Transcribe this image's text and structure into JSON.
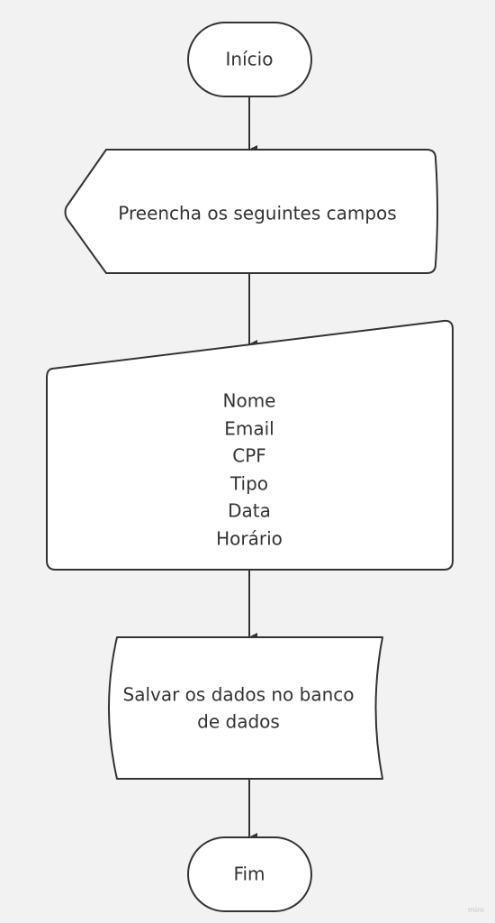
{
  "diagram": {
    "nodes": {
      "start": {
        "label": "Início",
        "shape": "terminator"
      },
      "display": {
        "label": "Preencha os seguintes campos",
        "shape": "display"
      },
      "input": {
        "shape": "manual-input",
        "lines": [
          "Nome",
          "Email",
          "CPF",
          "Tipo",
          "Data",
          "Horário"
        ]
      },
      "storage": {
        "shape": "stored-data",
        "lines": [
          "Salvar os dados no banco",
          "de dados"
        ]
      },
      "end": {
        "label": "Fim",
        "shape": "terminator"
      }
    },
    "edges": [
      {
        "from": "start",
        "to": "display"
      },
      {
        "from": "display",
        "to": "input"
      },
      {
        "from": "input",
        "to": "storage"
      },
      {
        "from": "storage",
        "to": "end"
      }
    ]
  },
  "watermark": "miro",
  "colors": {
    "background": "#f2f2f2",
    "shape_fill": "#ffffff",
    "stroke": "#333333",
    "text": "#333333"
  }
}
